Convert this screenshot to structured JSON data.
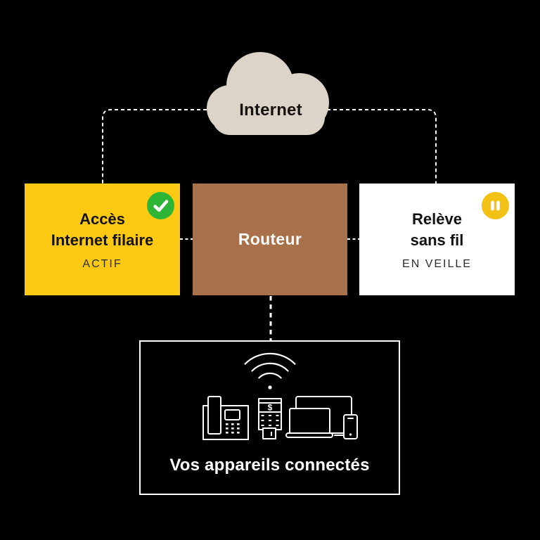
{
  "colors": {
    "background": "#000000",
    "cloud": "#ddd4c9",
    "wired_box": "#fdc912",
    "router_box": "#a8704b",
    "wireless_box": "#ffffff",
    "status_active_green": "#2db535",
    "status_pause_yellow": "#f2c115",
    "connector": "#ffffff",
    "dark_text": "#121212",
    "light_text": "#ffffff"
  },
  "cloud": {
    "label": "Internet"
  },
  "cards": {
    "wired": {
      "title_line1": "Accès",
      "title_line2": "Internet filaire",
      "status": "ACTIF",
      "status_icon": "check-icon"
    },
    "router": {
      "title": "Routeur"
    },
    "wireless": {
      "title_line1": "Relève",
      "title_line2": "sans fil",
      "status": "EN VEILLE",
      "status_icon": "pause-icon"
    }
  },
  "devices_panel": {
    "label": "Vos appareils connectés",
    "terminal_currency": "$",
    "icons": [
      "wifi-signal",
      "desk-phone",
      "payment-terminal",
      "monitor",
      "laptop",
      "smartphone"
    ]
  }
}
